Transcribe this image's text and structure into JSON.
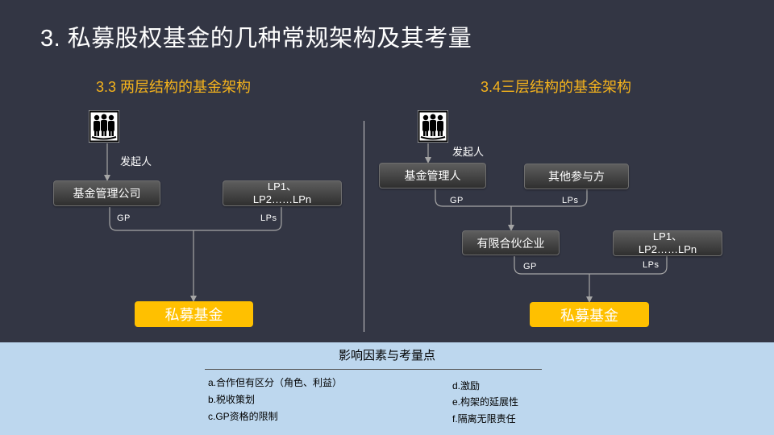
{
  "slide": {
    "title": "3. 私募股权基金的几种常规架构及其考量"
  },
  "left": {
    "subtitle": "3.3 两层结构的基金架构",
    "icon": "group-people-icon",
    "founder_label": "发起人",
    "mgmt_company": "基金管理公司",
    "lp_line1": "LP1、",
    "lp_line2": "LP2……LPn",
    "gp_label": "GP",
    "lps_label": "LPs",
    "fund": "私募基金"
  },
  "right": {
    "subtitle": "3.4三层结构的基金架构",
    "icon": "group-people-icon",
    "founder_label": "发起人",
    "fund_manager": "基金管理人",
    "other_party": "其他参与方",
    "gp_label_top": "GP",
    "lps_label_top": "LPs",
    "lp_partnership": "有限合伙企业",
    "lp_line1": "LP1、",
    "lp_line2": "LP2……LPn",
    "gp_label_bottom": "GP",
    "lps_label_bottom": "LPs",
    "fund": "私募基金"
  },
  "considerations": {
    "title": "影响因素与考量点",
    "left_items": [
      "a.合作但有区分（角色、利益）",
      "b.税收策划",
      "c.GP资格的限制"
    ],
    "right_items": [
      "d.激励",
      "e.构架的延展性",
      "f.隔离无限责任"
    ]
  },
  "colors": {
    "background": "#333644",
    "accent": "#f5b31c",
    "fund_box": "#ffc000",
    "bottom_panel": "#bdd7ee"
  }
}
